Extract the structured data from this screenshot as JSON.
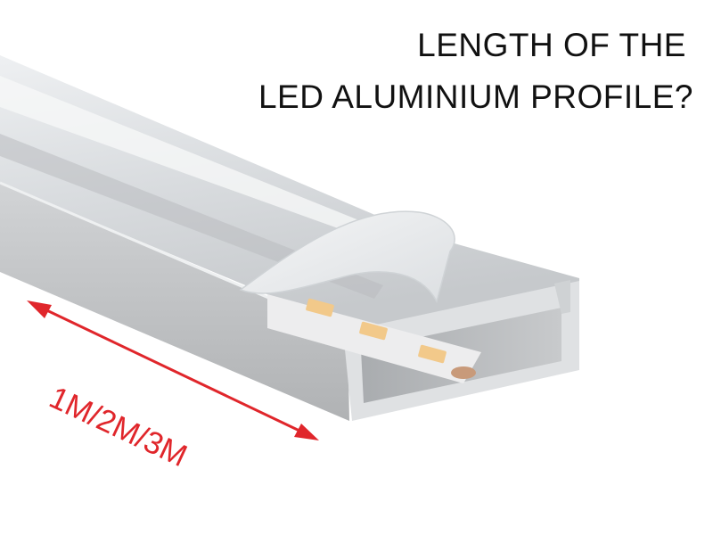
{
  "headline": {
    "line1": "LENGTH OF THE",
    "line2": "LED ALUMINIUM PROFILE?"
  },
  "dimension": {
    "label": "1M/2M/3M",
    "color": "#e0262b"
  },
  "colors": {
    "aluminium": "#c9cacc",
    "diffuser": "#e4e6e8",
    "led_chip": "#f2c98a",
    "text": "#111111"
  }
}
